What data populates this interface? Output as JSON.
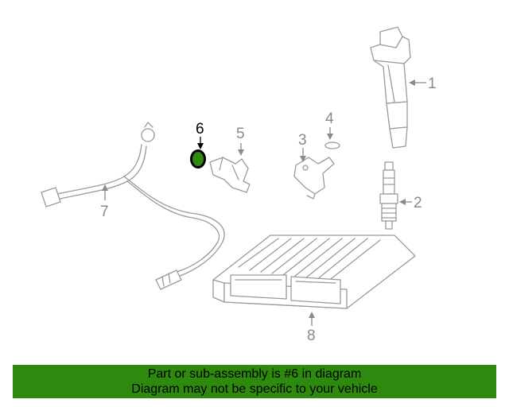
{
  "colors": {
    "banner_bg": "#2e8a0e",
    "highlight_part": "#2e8a0e",
    "callout_gray": "#8a8a8a"
  },
  "diagram": {
    "highlighted_callout": "6",
    "callouts": {
      "c1": "1",
      "c2": "2",
      "c3": "3",
      "c4": "4",
      "c5": "5",
      "c6": "6",
      "c7": "7",
      "c8": "8"
    }
  },
  "banner": {
    "line1": "Part or sub-assembly is #6 in diagram",
    "line2": "Diagram may not be specific to your vehicle"
  }
}
